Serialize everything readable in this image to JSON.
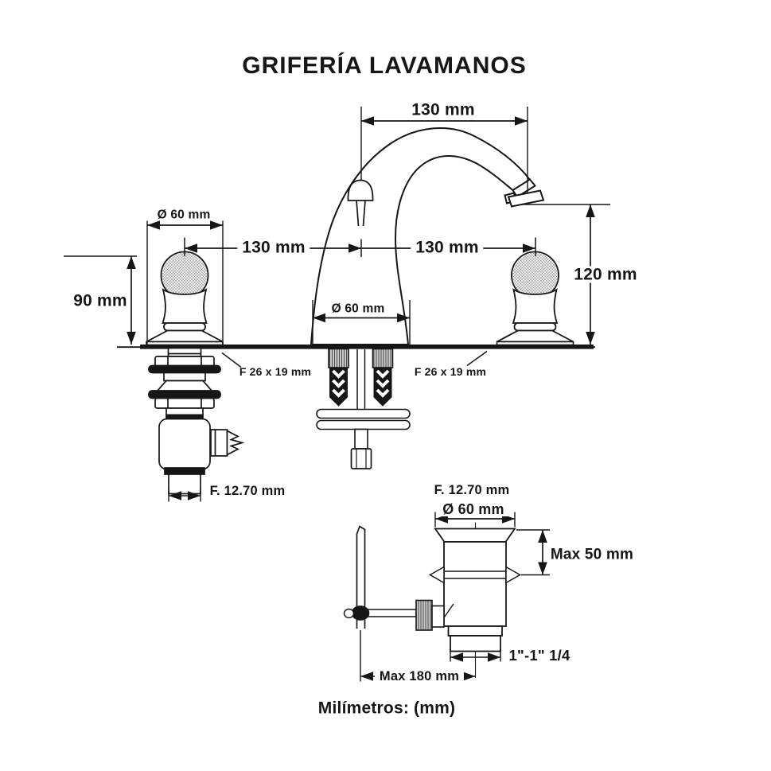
{
  "title": "GRIFERÍA LAVAMANOS",
  "footer": "Milímetros: (mm)",
  "colors": {
    "ink": "#161616",
    "paper": "#ffffff",
    "knurl_grey": "#c9c9c9"
  },
  "faucet_view": {
    "spout_reach": "130 mm",
    "left_handle_spacing": "130 mm",
    "right_handle_spacing": "130 mm",
    "spout_height": "120 mm",
    "handle_height": "90 mm",
    "handle_diameter": "Ø 60 mm",
    "spout_base_diameter": "Ø 60 mm",
    "left_shank_thread": "F 26 x 19 mm",
    "right_shank_thread": "F 26 x 19 mm",
    "left_supply_thread": "F. 12.70  mm",
    "right_supply_thread": "F. 12.70  mm"
  },
  "drain_view": {
    "flange_diameter": "Ø 60 mm",
    "max_deck_thickness": "Max 50 mm",
    "tailpiece_thread": "1\"-1\" 1/4",
    "max_rod_length": "Max 180 mm"
  }
}
